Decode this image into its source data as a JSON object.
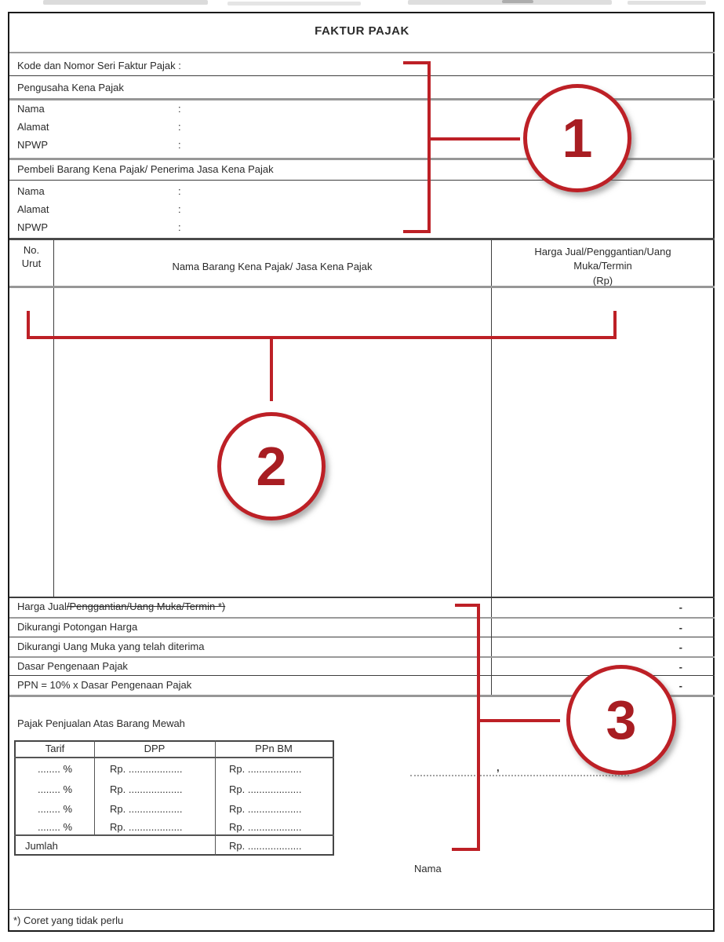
{
  "page": {
    "title": "FAKTUR PAJAK",
    "kode_label": "Kode dan Nomor Seri Faktur Pajak :",
    "seller": {
      "header": "Pengusaha Kena Pajak",
      "fields": [
        {
          "label": "Nama",
          "colon": ":"
        },
        {
          "label": "Alamat",
          "colon": ":"
        },
        {
          "label": "NPWP",
          "colon": ":"
        }
      ]
    },
    "buyer": {
      "header": "Pembeli Barang Kena Pajak/ Penerima Jasa Kena Pajak",
      "fields": [
        {
          "label": "Nama",
          "colon": ":"
        },
        {
          "label": "Alamat",
          "colon": ":"
        },
        {
          "label": "NPWP",
          "colon": ":"
        }
      ]
    },
    "items_table": {
      "no_line1": "No.",
      "no_line2": "Urut",
      "name_header": "Nama Barang Kena Pajak/ Jasa Kena Pajak",
      "price_header_line1": "Harga Jual/Penggantian/Uang",
      "price_header_line2": "Muka/Termin",
      "price_header_line3": "(Rp)"
    },
    "totals": [
      {
        "label": "Harga Jual",
        "struck": "/Penggantian/Uang Muka/Termin *)",
        "value": "-"
      },
      {
        "label": "Dikurangi Potongan Harga",
        "struck": "",
        "value": "-"
      },
      {
        "label": "Dikurangi Uang Muka yang telah diterima",
        "struck": "",
        "value": "-"
      },
      {
        "label": "Dasar Pengenaan Pajak",
        "struck": "",
        "value": "-"
      },
      {
        "label": "PPN = 10% x Dasar Pengenaan Pajak",
        "struck": "",
        "value": "-"
      }
    ],
    "ppnbm": {
      "title": "Pajak Penjualan Atas Barang Mewah",
      "headers": [
        "Tarif",
        "DPP",
        "PPn BM"
      ],
      "rows": [
        {
          "tarif": "........ %",
          "dpp": "Rp. ...................",
          "ppnbm": "Rp. ..................."
        },
        {
          "tarif": "........ %",
          "dpp": "Rp. ...................",
          "ppnbm": "Rp. ..................."
        },
        {
          "tarif": "........ %",
          "dpp": "Rp. ...................",
          "ppnbm": "Rp. ..................."
        },
        {
          "tarif": "........ %",
          "dpp": "Rp. ...................",
          "ppnbm": "Rp. ..................."
        }
      ],
      "jumlah_label": "Jumlah",
      "jumlah_value": "Rp. ..................."
    },
    "signature": {
      "comma": ",",
      "name_label": "Nama"
    },
    "footnote": "*) Coret yang tidak perlu"
  },
  "annotations": {
    "red_color": "#bd2026",
    "items": [
      {
        "number": "1"
      },
      {
        "number": "2"
      },
      {
        "number": "3"
      }
    ]
  }
}
